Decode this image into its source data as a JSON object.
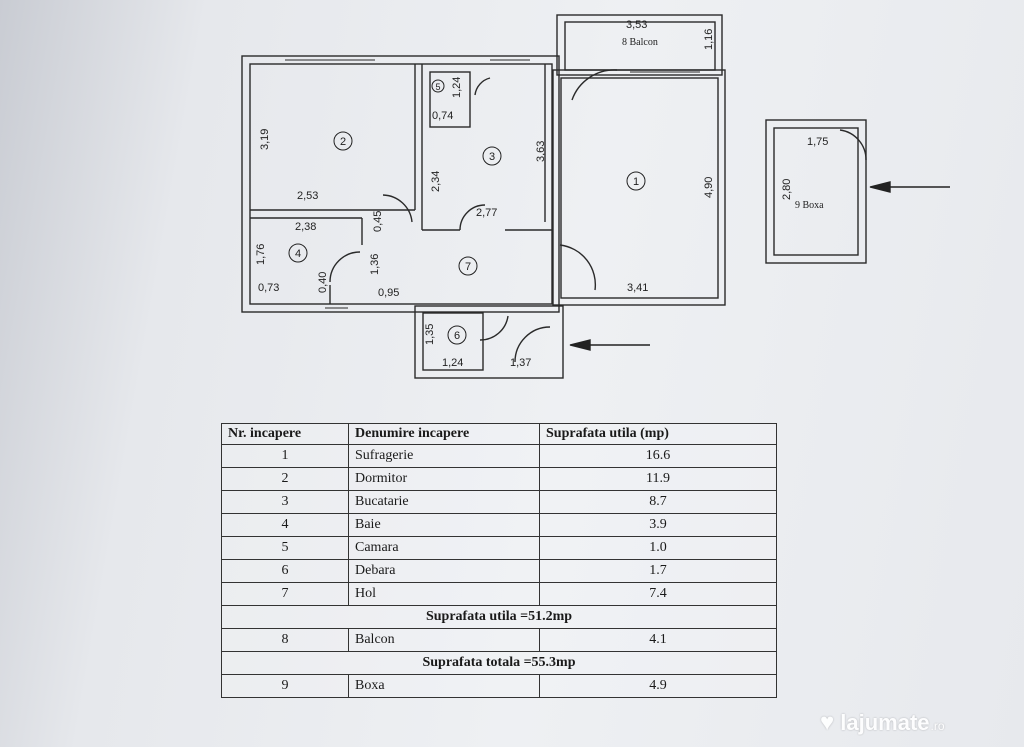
{
  "plan": {
    "rooms": [
      {
        "id": "1",
        "label": "1"
      },
      {
        "id": "2",
        "label": "2"
      },
      {
        "id": "3",
        "label": "3"
      },
      {
        "id": "4",
        "label": "4"
      },
      {
        "id": "5",
        "label": "5"
      },
      {
        "id": "6",
        "label": "6"
      },
      {
        "id": "7",
        "label": "7"
      }
    ],
    "balcony_label": "8 Balcon",
    "storage_label": "9 Boxa",
    "dims": {
      "balcon_w": "3,53",
      "balcon_h": "1,16",
      "r1_h": "4,90",
      "r1_w": "3,41",
      "r2_h": "3,19",
      "r2_w": "2,53",
      "r3_h1": "2,34",
      "r3_h2": "3,63",
      "r3_w": "2,77",
      "r4_w": "2,38",
      "r4_h": "1,76",
      "r4_w2": "0,73",
      "r4_d": "0,40",
      "r5_h": "1,24",
      "r5_w": "0,74",
      "hall_a": "0,45",
      "hall_b": "1,36",
      "hall_c": "0,95",
      "r6_h": "1,35",
      "r6_w": "1,24",
      "r6_w2": "1,37",
      "boxa_w": "1,75",
      "boxa_h": "2,80"
    }
  },
  "table": {
    "headers": [
      "Nr. incapere",
      "Denumire incapere",
      "Suprafata utila (mp)"
    ],
    "rows": [
      {
        "nr": "1",
        "name": "Sufragerie",
        "area": "16.6"
      },
      {
        "nr": "2",
        "name": "Dormitor",
        "area": "11.9"
      },
      {
        "nr": "3",
        "name": "Bucatarie",
        "area": "8.7"
      },
      {
        "nr": "4",
        "name": "Baie",
        "area": "3.9"
      },
      {
        "nr": "5",
        "name": "Camara",
        "area": "1.0"
      },
      {
        "nr": "6",
        "name": "Debara",
        "area": "1.7"
      },
      {
        "nr": "7",
        "name": "Hol",
        "area": "7.4"
      }
    ],
    "subtotal_label": "Suprafata utila =51.2mp",
    "balcony_row": {
      "nr": "8",
      "name": "Balcon",
      "area": "4.1"
    },
    "total_label": "Suprafata totala =55.3mp",
    "storage_row": {
      "nr": "9",
      "name": "Boxa",
      "area": "4.9"
    }
  },
  "watermark": {
    "brand": "lajumate",
    "tld": ".ro"
  }
}
